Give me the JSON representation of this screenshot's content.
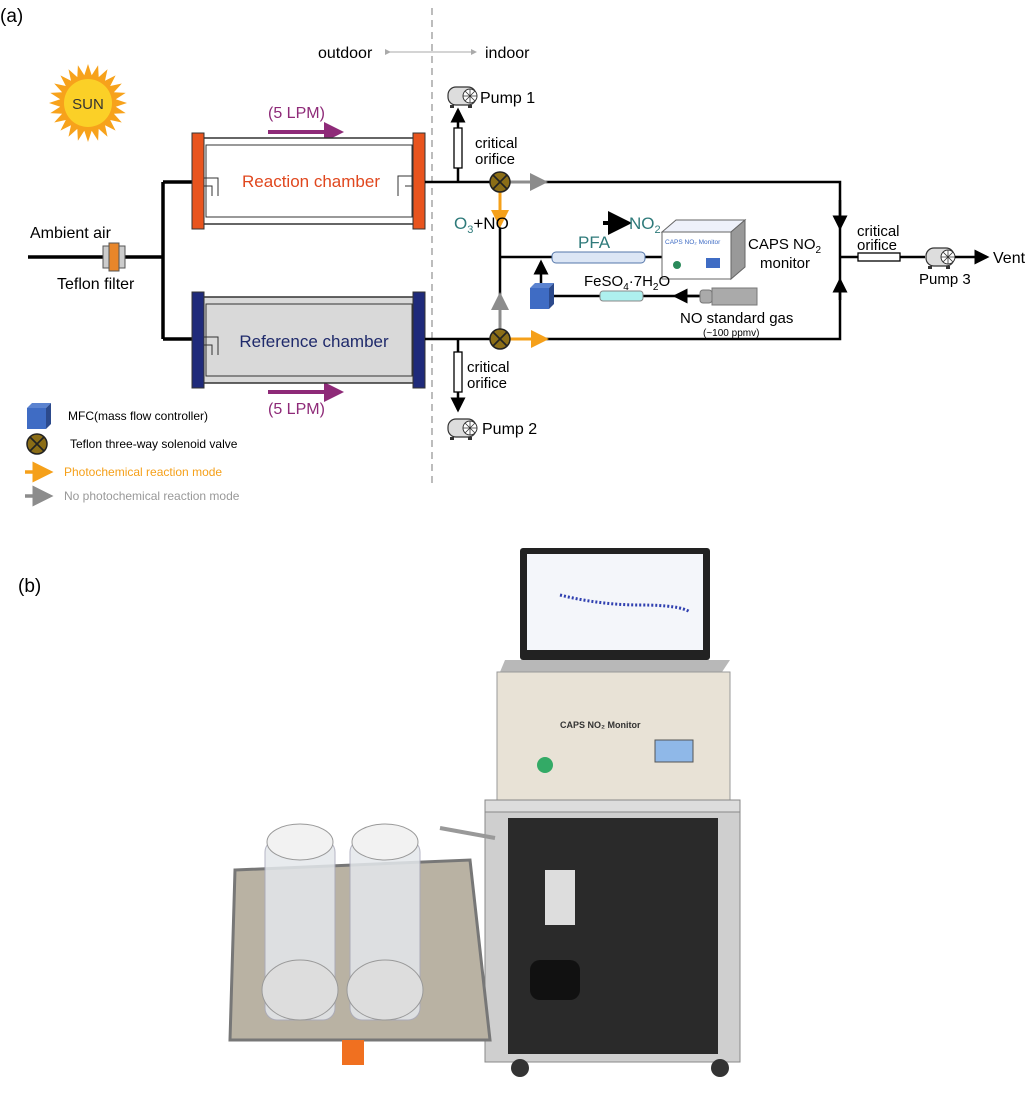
{
  "panel_a": {
    "label": "(a)",
    "outdoor": "outdoor",
    "indoor": "indoor",
    "sun": "SUN",
    "ambient_air": "Ambient air",
    "teflon_filter": "Teflon filter",
    "flow_top": "(5 LPM)",
    "flow_bottom": "(5 LPM)",
    "reaction_chamber": "Reaction chamber",
    "reference_chamber": "Reference chamber",
    "pump1": "Pump 1",
    "pump2": "Pump 2",
    "pump3": "Pump 3",
    "vent": "Vent",
    "orifice1": [
      "critical",
      "orifice"
    ],
    "orifice2": [
      "critical",
      "orifice"
    ],
    "orifice3": [
      "critical",
      "orifice"
    ],
    "reaction_eq": {
      "o3": "O",
      "o3_sub": "3",
      "plus_no": "+NO",
      "no2": "NO",
      "no2_sub": "2"
    },
    "pfa": "PFA",
    "monitor_box_label": "CAPS NO₂ Monitor",
    "caps_label": [
      "CAPS NO",
      "2",
      "monitor"
    ],
    "feso4": {
      "a": "FeSO",
      "sub4": "4",
      "b": "·7H",
      "sub2": "2",
      "c": "O"
    },
    "no_gas": "NO standard  gas",
    "no_conc": "(~100 ppmv)",
    "legend": {
      "mfc": "MFC(mass flow controller)",
      "valve": "Teflon three-way solenoid valve",
      "photo": "Photochemical reaction mode",
      "nophoto": "No photochemical reaction mode"
    },
    "colors": {
      "orange": "#f5a01a",
      "gray": "#8c8c8c",
      "reaction": "#e0471e",
      "reference": "#1f2a6b",
      "flow": "#8e2a78",
      "pfa_text": "#2e7a7a"
    }
  },
  "panel_b": {
    "label": "(b)",
    "instrument_label": "CAPS NO₂ Monitor"
  }
}
